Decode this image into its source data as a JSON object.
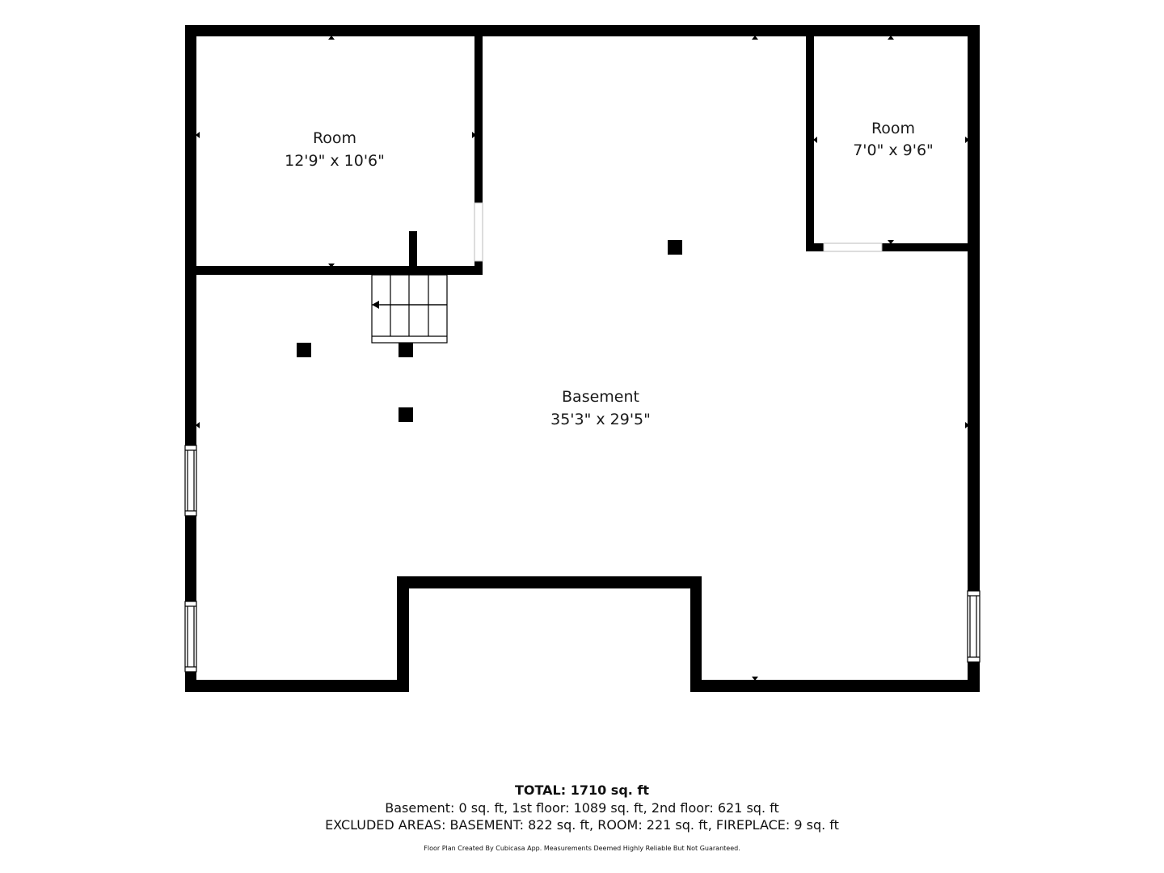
{
  "rooms": [
    {
      "name": "Room",
      "dims": "12'9\" x 10'6\""
    },
    {
      "name": "Room",
      "dims": "7'0\" x 9'6\""
    },
    {
      "name": "Basement",
      "dims": "35'3\" x 29'5\""
    }
  ],
  "footer": {
    "total": "TOTAL: 1710 sq. ft",
    "line1": "Basement: 0 sq. ft, 1st floor: 1089 sq. ft, 2nd floor: 621 sq. ft",
    "line2": "EXCLUDED AREAS: BASEMENT: 822 sq. ft, ROOM: 221 sq. ft, FIREPLACE: 9 sq. ft",
    "disclaimer": "Floor Plan Created By Cubicasa App. Measurements Deemed Highly Reliable But Not Guaranteed."
  },
  "colors": {
    "wall": "#000000",
    "background": "#ffffff"
  }
}
